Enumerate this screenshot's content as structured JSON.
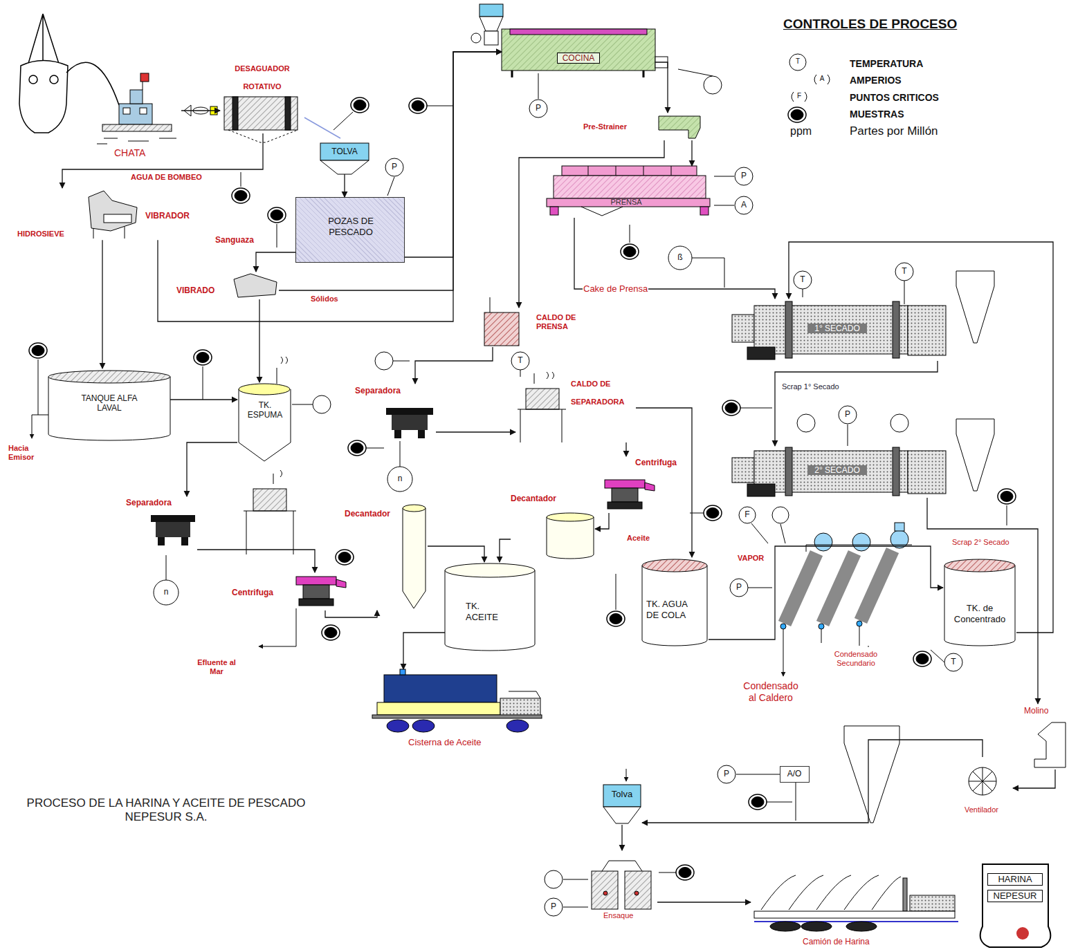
{
  "diagram": {
    "caption": "PROCESO DE LA HARINA Y ACEITE DE PESCADO NEPESUR S.A.",
    "nodes": [
      {
        "text": [
          "CHATA"
        ]
      },
      {
        "text": [
          "DESAGUADOR ROTATIVO"
        ]
      },
      {
        "text": [
          "TOLVA"
        ]
      },
      {
        "text": [
          "POZAS DE PESCADO"
        ]
      },
      {
        "text": [
          "HIDROSIEVE",
          "VIBRADOR"
        ]
      },
      {
        "text": [
          "VIBRADO"
        ]
      },
      {
        "text": [
          "COCINA"
        ]
      },
      {
        "text": [
          "Pre-Strainer"
        ]
      },
      {
        "text": [
          "PRENSA"
        ]
      },
      {
        "text": [
          "TANQUE ALFA LAVAL"
        ]
      },
      {
        "text": [
          "TK. ESPUMA"
        ]
      },
      {
        "text": [
          "CALDO DE PRENSA"
        ]
      },
      {
        "text": [
          "Separadora"
        ]
      },
      {
        "text": [
          "CALDO DE SEPARADORA"
        ]
      },
      {
        "text": [
          "Separadora"
        ]
      },
      {
        "text": [
          "Centrifuga"
        ]
      },
      {
        "text": [
          "Decantador"
        ]
      },
      {
        "text": [
          "Centrifuga"
        ]
      },
      {
        "text": [
          "Decantador"
        ]
      },
      {
        "text": [
          "TK. ACEITE"
        ]
      },
      {
        "text": [
          "Cisterna de Aceite"
        ]
      },
      {
        "text": [
          "TK. AGUA DE COLA"
        ]
      },
      {
        "text": [
          "TK. de Concentrado"
        ]
      },
      {
        "text": [
          "1° SECADO"
        ]
      },
      {
        "text": [
          "2° SECADO"
        ]
      },
      {
        "text": [
          "Molino"
        ]
      },
      {
        "text": [
          "Ventilador"
        ]
      },
      {
        "text": [
          "A/O"
        ]
      },
      {
        "text": [
          "Tolva"
        ]
      },
      {
        "text": [
          "Ensaque"
        ]
      },
      {
        "text": [
          "Camión de Harina"
        ]
      },
      {
        "text": [
          "HARINA",
          "NEPESUR"
        ]
      }
    ],
    "edges": [
      {
        "from": 0,
        "to": 1,
        "arrow": "to"
      },
      {
        "from": 1,
        "to": 4,
        "label": "AGUA DE BOMBEO",
        "arrow": "to"
      },
      {
        "from": 4,
        "to": 9,
        "arrow": "to"
      },
      {
        "from": 4,
        "to": 6,
        "arrow": "to"
      },
      {
        "from": 2,
        "to": 3,
        "arrow": "to"
      },
      {
        "from": 3,
        "to": 6,
        "arrow": "to"
      },
      {
        "from": 3,
        "to": 5,
        "label": "Sanguaza",
        "arrow": "to"
      },
      {
        "from": 5,
        "to": 6,
        "label": "Sólidos",
        "arrow": "to"
      },
      {
        "from": 5,
        "to": 10,
        "arrow": "to"
      },
      {
        "from": 9,
        "to": 10,
        "arrow": "to"
      },
      {
        "from": 6,
        "to": 7,
        "arrow": "to"
      },
      {
        "from": 7,
        "to": 8,
        "arrow": "to"
      },
      {
        "from": 7,
        "to": 11,
        "arrow": "to"
      },
      {
        "from": 8,
        "to": 23,
        "label": "Cake de Prensa",
        "arrow": "to"
      },
      {
        "from": 11,
        "to": 12,
        "arrow": "to"
      },
      {
        "from": 12,
        "to": 13,
        "arrow": "to"
      },
      {
        "from": 10,
        "to": 14,
        "arrow": "to"
      },
      {
        "from": 14,
        "to": 15,
        "arrow": "to"
      },
      {
        "from": 13,
        "to": 17,
        "arrow": "to"
      },
      {
        "from": 17,
        "to": 18,
        "label": "Aceite",
        "arrow": "to"
      },
      {
        "from": 18,
        "to": 19,
        "arrow": "to"
      },
      {
        "from": 15,
        "to": 16,
        "arrow": "to"
      },
      {
        "from": 16,
        "to": 19,
        "arrow": "to"
      },
      {
        "from": 13,
        "to": 21,
        "arrow": "to"
      },
      {
        "from": 19,
        "to": 20,
        "arrow": "to"
      },
      {
        "from": 21,
        "to": 22,
        "arrow": "to"
      },
      {
        "from": 22,
        "to": 23,
        "arrow": "to"
      },
      {
        "from": 23,
        "to": 24,
        "arrow": "to"
      },
      {
        "from": 24,
        "to": 25,
        "arrow": "to"
      },
      {
        "from": 25,
        "to": 26,
        "arrow": "to"
      },
      {
        "from": 26,
        "to": 28,
        "arrow": "to"
      },
      {
        "from": 28,
        "to": 29,
        "arrow": "to"
      },
      {
        "from": 29,
        "to": 30,
        "arrow": "to"
      }
    ],
    "labels": [
      "CONTROLES DE PROCESO",
      "T",
      "A",
      "F",
      "ppm",
      "Hacia Emisor",
      "Efluente al Mar",
      "Scrap 1° Secado",
      "Scrap 2° Secado",
      "VAPOR",
      "Condensado al Caldero",
      "Condensado Secundario",
      "P",
      "P",
      "P",
      "A",
      "ß",
      "T",
      "n",
      "n",
      "T",
      "T",
      "P",
      "F",
      "P",
      "T",
      "P",
      "P"
    ],
    "legend": [
      {
        "text": "TEMPERATURA"
      },
      {
        "text": "AMPERIOS"
      },
      {
        "text": "PUNTOS CRITICOS"
      },
      {
        "text": "MUESTRAS"
      },
      {
        "text": "Partes por Millón"
      }
    ]
  }
}
